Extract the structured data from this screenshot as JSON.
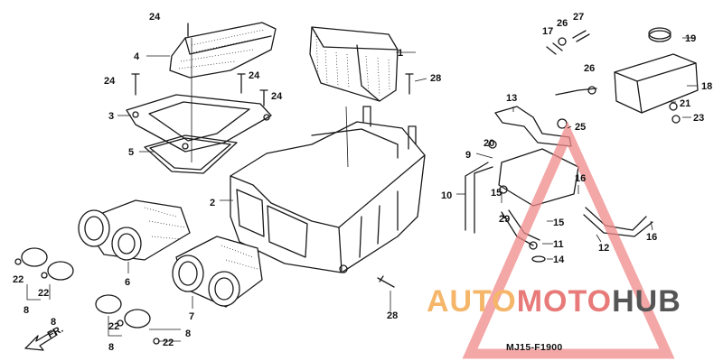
{
  "diagram_code": "MJ15-F1900",
  "direction_label": "FR.",
  "watermark": {
    "part1": "AUTO",
    "part2": "MOTO",
    "part3": "HUB",
    "color1": "#f5b66a",
    "color2": "#e87a7a",
    "color3": "#555555"
  },
  "callouts": {
    "c1": "1",
    "c2": "2",
    "c3": "3",
    "c4": "4",
    "c5": "5",
    "c6": "6",
    "c7": "7",
    "c8a": "8",
    "c8b": "8",
    "c8c": "8",
    "c8d": "8",
    "c9": "9",
    "c10": "10",
    "c11": "11",
    "c12": "12",
    "c13": "13",
    "c14": "14",
    "c15a": "15",
    "c15b": "15",
    "c16a": "16",
    "c16b": "16",
    "c17": "17",
    "c18": "18",
    "c19": "19",
    "c20": "20",
    "c21": "21",
    "c22a": "22",
    "c22b": "22",
    "c22c": "22",
    "c22d": "22",
    "c23": "23",
    "c24a": "24",
    "c24b": "24",
    "c24c": "24",
    "c24d": "24",
    "c25": "25",
    "c26a": "26",
    "c26b": "26",
    "c27": "27",
    "c28a": "28",
    "c28b": "28",
    "c29": "29"
  }
}
